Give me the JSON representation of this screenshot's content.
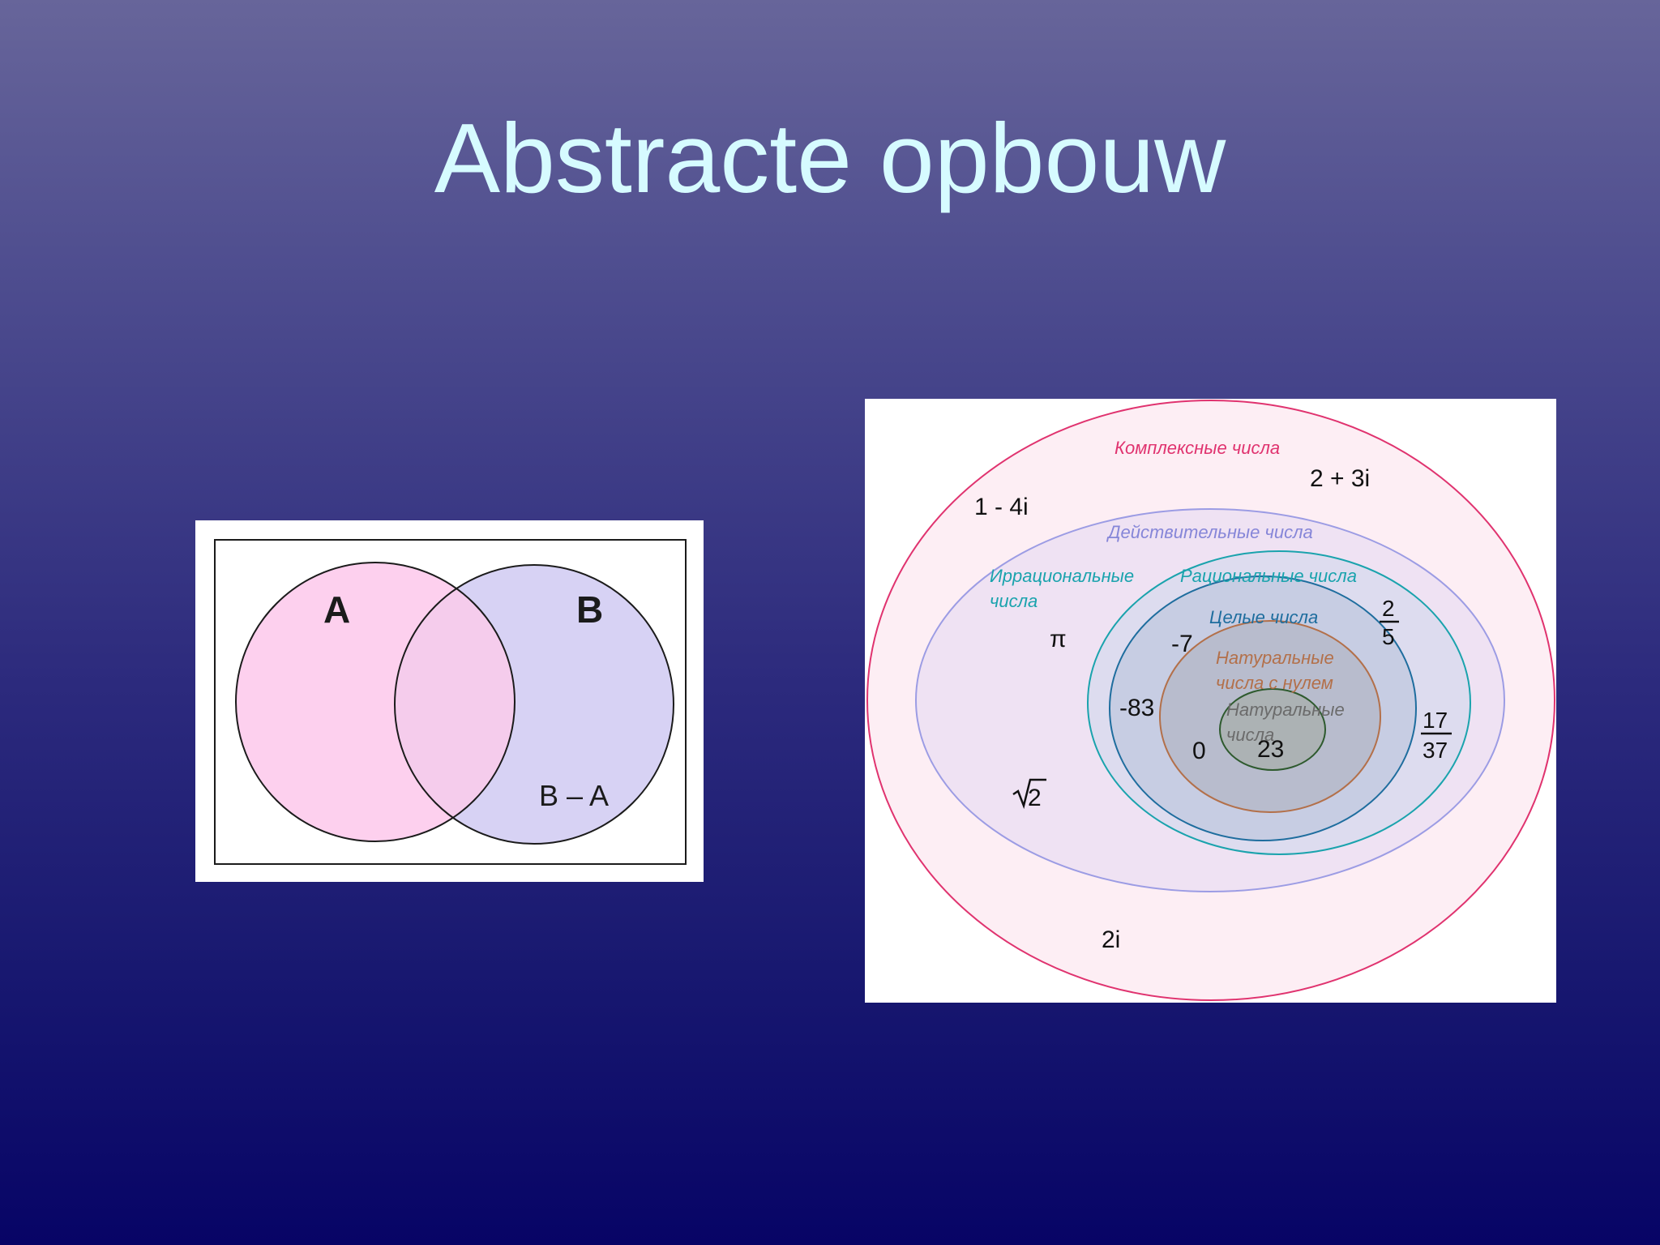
{
  "slide": {
    "title": "Abstracte opbouw"
  },
  "venn": {
    "set_a_label": "A",
    "set_b_label": "B",
    "difference_label": "B – A",
    "colors": {
      "set_a_fill": "#fdd0ee",
      "set_b_fill": "#d7d2f4",
      "overlap_fill": "#f5ccec",
      "outline": "#1b1b1b"
    }
  },
  "number_sets": {
    "sets": {
      "complex": {
        "label": "Комплексные числа",
        "color": "#e0336f"
      },
      "real": {
        "label": "Действительные числа",
        "color": "#8686d8"
      },
      "irrational": {
        "label_line1": "Иррациональные",
        "label_line2": "числа",
        "color": "#1aa3ad"
      },
      "rational": {
        "label": "Рациональные числа",
        "color": "#1aa3ad"
      },
      "integer": {
        "label": "Целые числа",
        "color": "#1e6d9e"
      },
      "natural_with_zero": {
        "label_line1": "Натуральные",
        "label_line2": "числа с нулем",
        "color": "#b3704a"
      },
      "natural": {
        "label_line1": "Натуральные",
        "label_line2": "числа",
        "color": "#6b6b6b"
      }
    },
    "examples": {
      "complex_a": "2 + 3i",
      "complex_b": "1 - 4i",
      "complex_c": "2i",
      "pi": "π",
      "sqrt2_radicand": "2",
      "neg7": "-7",
      "neg83": "-83",
      "zero": "0",
      "twenty_three": "23",
      "frac_a_num": "2",
      "frac_a_den": "5",
      "frac_b_num": "17",
      "frac_b_den": "37"
    }
  }
}
